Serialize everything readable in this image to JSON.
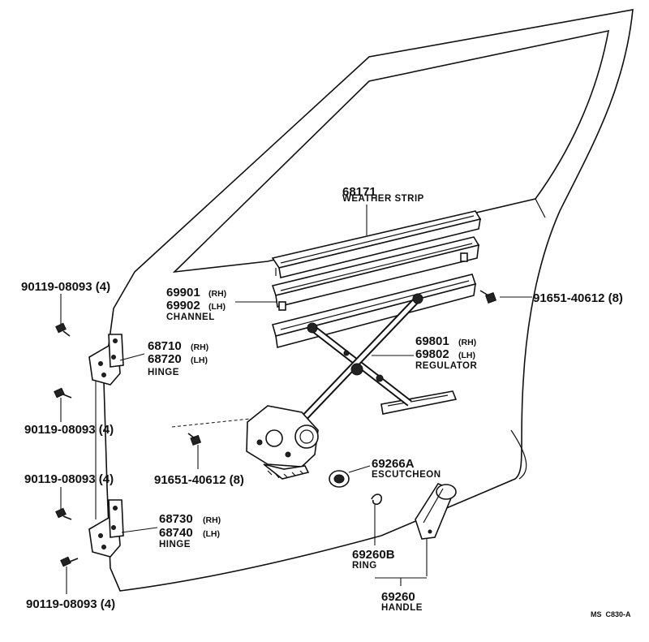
{
  "diagram": {
    "drawing_code": "MS  C830-A",
    "parts": [
      {
        "id": "weather_strip",
        "number": "68171",
        "name": "WEATHER STRIP"
      },
      {
        "id": "channel",
        "number_rh": "69901",
        "number_lh": "69902",
        "rh_tag": "(RH)",
        "lh_tag": "(LH)",
        "name": "CHANNEL"
      },
      {
        "id": "bolt_right",
        "number": "91651-40612 (8)"
      },
      {
        "id": "regulator",
        "number_rh": "69801",
        "number_lh": "69802",
        "rh_tag": "(RH)",
        "lh_tag": "(LH)",
        "name": "REGULATOR"
      },
      {
        "id": "upper_hinge",
        "number_rh": "68710",
        "number_lh": "68720",
        "rh_tag": "(RH)",
        "lh_tag": "(LH)",
        "name": "HINGE"
      },
      {
        "id": "lower_hinge",
        "number_rh": "68730",
        "number_lh": "68740",
        "rh_tag": "(RH)",
        "lh_tag": "(LH)",
        "name": "HINGE"
      },
      {
        "id": "bolt_1",
        "number": "90119-08093 (4)"
      },
      {
        "id": "bolt_2",
        "number": "90119-08093 (4)"
      },
      {
        "id": "bolt_3",
        "number": "90119-08093 (4)"
      },
      {
        "id": "bolt_4",
        "number": "90119-08093 (4)"
      },
      {
        "id": "bolt_left",
        "number": "91651-40612 (8)"
      },
      {
        "id": "escutcheon",
        "number": "69266A",
        "name": "ESCUTCHEON"
      },
      {
        "id": "ring",
        "number": "69260B",
        "name": "RING"
      },
      {
        "id": "handle",
        "number": "69260",
        "name": "HANDLE"
      }
    ]
  }
}
